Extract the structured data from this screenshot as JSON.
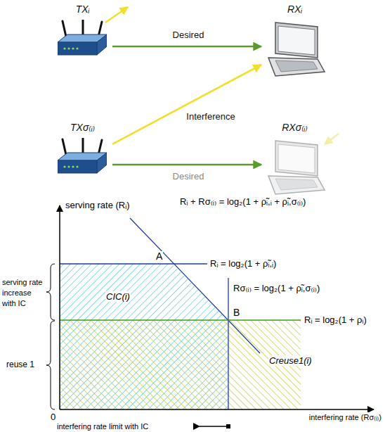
{
  "diagram": {
    "nodes": [
      {
        "text": [
          "TXᵢ"
        ]
      },
      {
        "text": [
          "RXᵢ"
        ]
      },
      {
        "text": [
          "TXσ₍ᵢ₎"
        ]
      },
      {
        "text": [
          "RXσ₍ᵢ₎"
        ]
      }
    ],
    "edges": [
      {
        "from": 0,
        "to": 1,
        "arrow": "to",
        "label": "Desired"
      },
      {
        "from": 2,
        "to": 1,
        "arrow": "to",
        "label": "Interference"
      },
      {
        "from": 2,
        "to": 3,
        "arrow": "to",
        "label": "Desired"
      }
    ],
    "labels": [
      "serving rate (Rᵢ)",
      "Rᵢ + Rσ₍ᵢ₎ = log₂(1 + ρ̃ᵢ,ᵢ + ρ̃ᵢ,σ₍ᵢ₎)",
      "A",
      "Rᵢ = log₂(1 + ρ̃ᵢ,ᵢ)",
      "serving rate increase with IC",
      "CIC(i)",
      "Rσ₍ᵢ₎ = log₂(1 + ρ̃ᵢ,σ₍ᵢ₎)",
      "B",
      "Rᵢ = log₂(1 + ρᵢ)",
      "reuse 1",
      "Creuse1(i)",
      "0",
      "interfering rate (Rσ₍ᵢ₎)",
      "interfering rate limit with IC"
    ]
  }
}
